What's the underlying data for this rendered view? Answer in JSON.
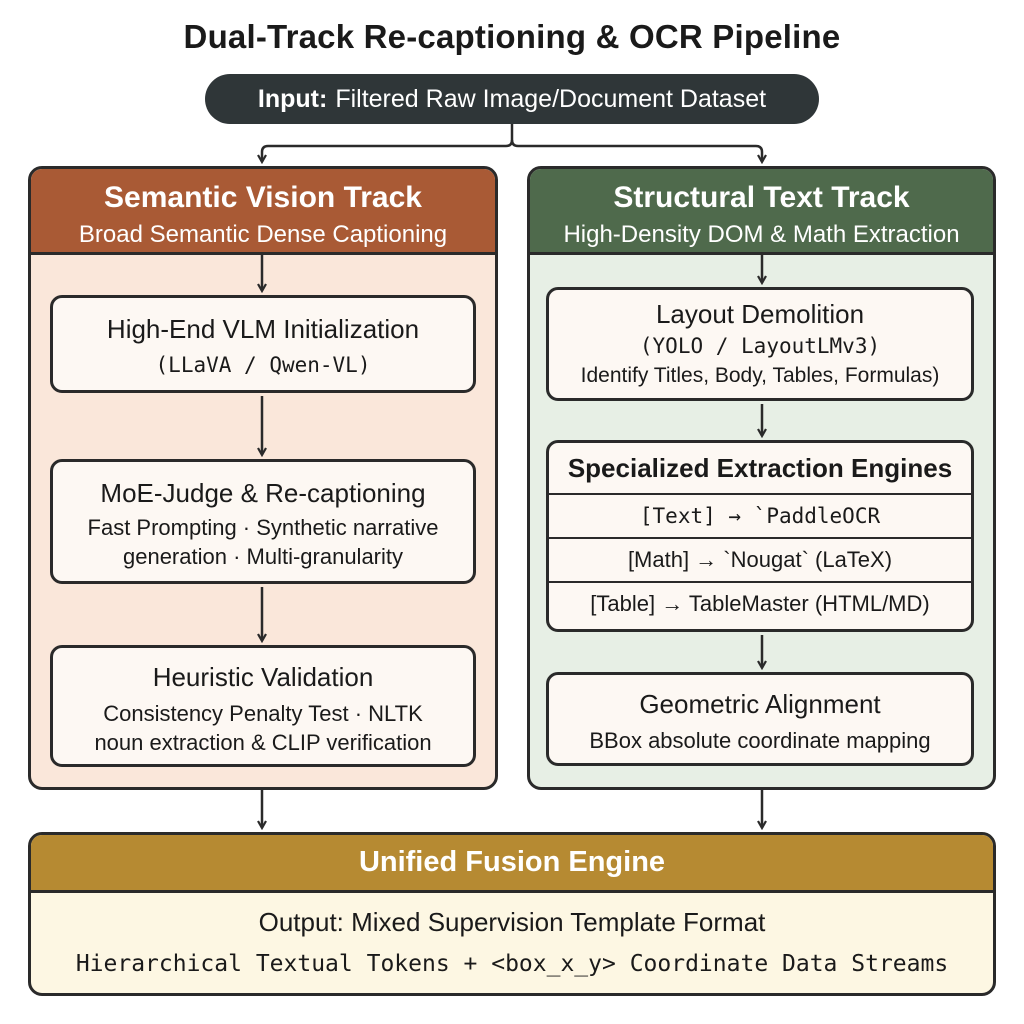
{
  "title": "Dual-Track Re-captioning & OCR Pipeline",
  "input": {
    "label": "Input:",
    "text": "Filtered Raw Image/Document Dataset"
  },
  "left_track": {
    "title": "Semantic Vision Track",
    "subtitle": "Broad Semantic Dense Captioning",
    "steps": [
      {
        "title": "High-End VLM Initialization",
        "lines": [
          "(LLaVA / Qwen-VL)"
        ]
      },
      {
        "title": "MoE-Judge & Re-captioning",
        "lines": [
          "Fast Prompting · Synthetic narrative",
          "generation · Multi-granularity"
        ]
      },
      {
        "title": "Heuristic Validation",
        "lines": [
          "Consistency Penalty Test · NLTK",
          "noun extraction & CLIP verification"
        ]
      }
    ]
  },
  "right_track": {
    "title": "Structural Text Track",
    "subtitle": "High-Density DOM & Math Extraction",
    "layout_step": {
      "title": "Layout Demolition",
      "lines": [
        "(YOLO / LayoutLMv3)",
        "Identify Titles, Body, Tables, Formulas)"
      ]
    },
    "engines": {
      "title": "Specialized Extraction Engines",
      "rows": [
        "[Text] → `PaddleOCR",
        "[Math] → `Nougat` (LaTeX)",
        "[Table] → TableMaster (HTML/MD)"
      ]
    },
    "geo_step": {
      "title": "Geometric Alignment",
      "lines": [
        "BBox absolute coordinate mapping"
      ]
    }
  },
  "fusion": {
    "title": "Unified Fusion Engine",
    "line1": "Output: Mixed Supervision Template Format",
    "line2": "Hierarchical Textual Tokens + <box_x_y> Coordinate Data Streams"
  },
  "colors": {
    "semantic_header": "#a95a35",
    "semantic_bg": "#fae7da",
    "structural_header": "#4f6a4c",
    "structural_bg": "#e7efe5",
    "fusion_header": "#b68a32",
    "fusion_bg": "#fdf7e3",
    "input_pill": "#2f3638"
  }
}
